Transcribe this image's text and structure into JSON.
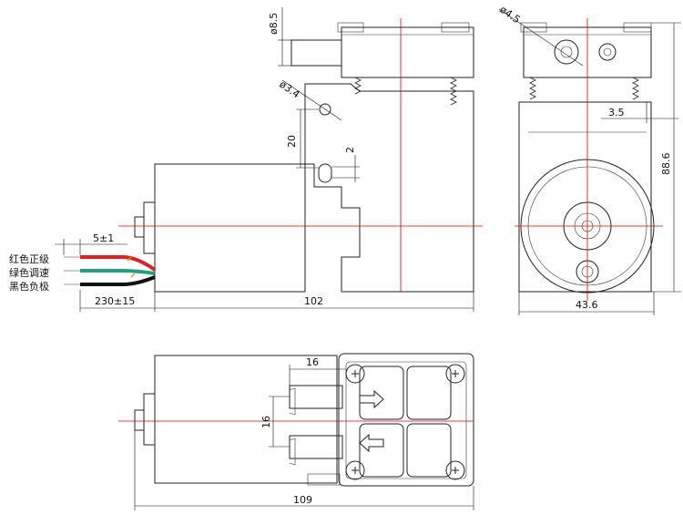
{
  "dimensions": {
    "inlet_diameter": "ø8.5",
    "body_length": "102",
    "mount_height": "20",
    "slot_width": "2",
    "hole_diameter": "ø3.4",
    "wire_strip": "5±1",
    "wire_length": "230±15",
    "head_hole": "ø4.5",
    "side_offset": "3.5",
    "overall_height": "88.6",
    "overall_width": "43.6",
    "port_length": "16",
    "port_spacing": "16",
    "total_length": "109"
  },
  "wires": {
    "red": "红色正级",
    "green": "绿色调速",
    "black": "黑色负极"
  },
  "colors": {
    "red_wire": "#e02020",
    "green_wire": "#20a080",
    "black_wire": "#111111",
    "centerline": "#e00000"
  }
}
